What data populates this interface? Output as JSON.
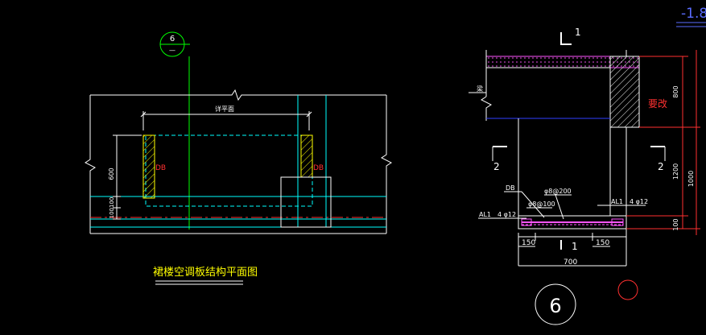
{
  "canvas": {
    "background": "#000000"
  },
  "colors": {
    "white": "#ffffff",
    "green": "#00ff00",
    "cyan": "#00ffff",
    "red": "#ff3030",
    "yellow": "#ffff00",
    "magenta": "#ff55ff",
    "blue": "#3040ff",
    "lightblue": "#5a6cff"
  },
  "plan": {
    "axis_bubble_top": "6",
    "axis_bubble_bottom": "—",
    "dim_top": "详平面",
    "dim_left_600": "600",
    "dim_left_100": "100100",
    "db_left": "DB",
    "db_right": "DB",
    "title": "裙楼空调板结构平面图"
  },
  "section": {
    "cut_top": "1",
    "cut_bottom": "1",
    "cut_left": "2",
    "cut_right": "2",
    "beam_label": "梁",
    "label_db": "DB",
    "rebar_top": "φ8@200",
    "rebar_mid": "φ8@100",
    "al1_left": "AL1",
    "al1_left_bars": "4 φ12",
    "al1_right": "AL1",
    "al1_right_bars": "4 φ12",
    "dim_150_left": "150",
    "dim_150_right": "150",
    "dim_700": "700",
    "dim_800": "800",
    "dim_1200": "1200",
    "dim_100_right": "100",
    "dim_1000": "1000",
    "change_note": "要改",
    "detail_number": "6",
    "elevation_text": "-1.8"
  }
}
